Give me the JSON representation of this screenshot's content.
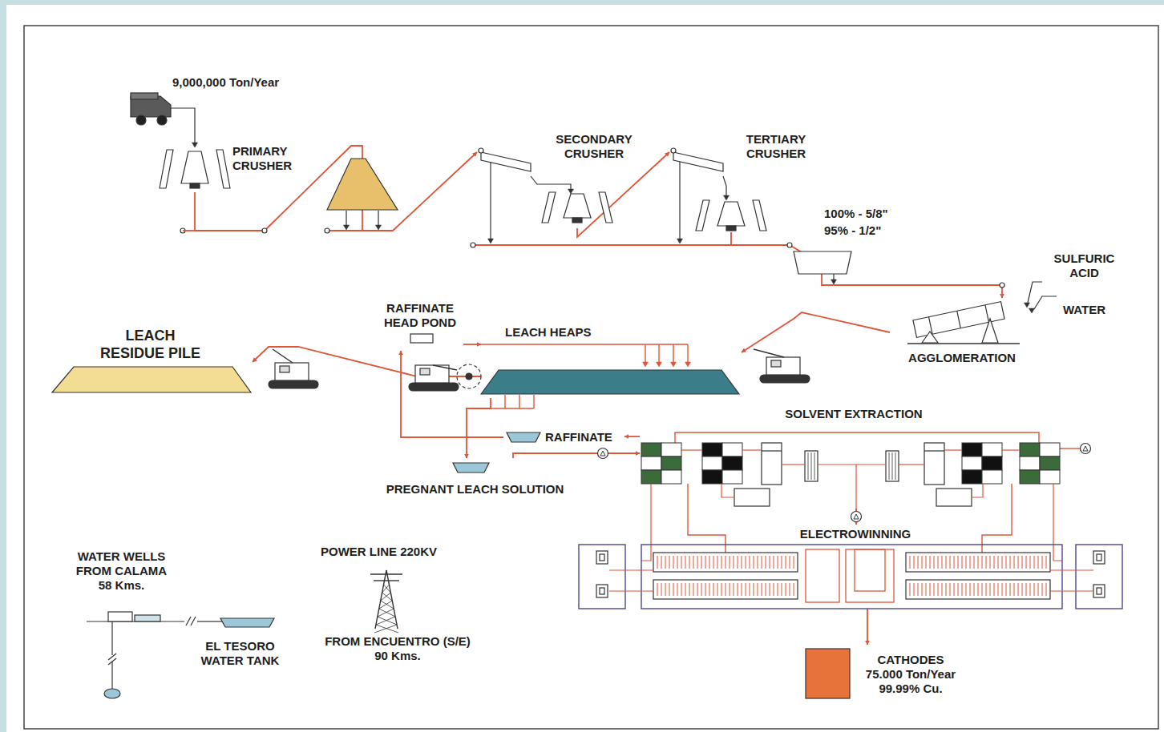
{
  "diagram": {
    "nodes": [
      {
        "text": [
          "PRIMARY CRUSHER"
        ]
      },
      {
        "text": [
          "SECONDARY CRUSHER"
        ]
      },
      {
        "text": [
          "TERTIARY CRUSHER"
        ]
      },
      {
        "text": [
          "AGGLOMERATION"
        ]
      },
      {
        "text": [
          "LEACH HEAPS"
        ]
      },
      {
        "text": [
          "LEACH RESIDUE PILE"
        ]
      },
      {
        "text": [
          "RAFFINATE HEAD POND"
        ]
      },
      {
        "text": [
          "RAFFINATE"
        ]
      },
      {
        "text": [
          "PREGNANT LEACH SOLUTION"
        ]
      },
      {
        "text": [
          "SOLVENT EXTRACTION"
        ]
      },
      {
        "text": [
          "ELECTROWINNING"
        ]
      },
      {
        "text": [
          "CATHODES 75.000 Ton/Year 99.99% Cu."
        ]
      }
    ],
    "edges": [
      {
        "from": 0,
        "to": 1,
        "arrow": "to"
      },
      {
        "from": 1,
        "to": 2,
        "arrow": "to"
      },
      {
        "from": 2,
        "to": 3,
        "arrow": "to"
      },
      {
        "from": 3,
        "to": 4,
        "arrow": "to"
      },
      {
        "from": 4,
        "to": 5,
        "arrow": "to"
      },
      {
        "from": 6,
        "to": 4,
        "arrow": "to"
      },
      {
        "from": 4,
        "to": 8,
        "arrow": "to"
      },
      {
        "from": 8,
        "to": 9,
        "arrow": "to"
      },
      {
        "from": 9,
        "to": 7,
        "arrow": "to"
      },
      {
        "from": 7,
        "to": 6,
        "arrow": "to"
      },
      {
        "from": 9,
        "to": 10,
        "arrow": "to"
      },
      {
        "from": 10,
        "to": 11,
        "arrow": "to"
      }
    ],
    "labels": [
      "9,000,000 Ton/Year",
      "100% - 5/8\"",
      "95% - 1/2\"",
      "SULFURIC ACID",
      "WATER",
      "WATER WELLS FROM CALAMA 58 Kms.",
      "EL TESORO WATER TANK",
      "POWER LINE 220KV",
      "FROM ENCUENTRO (S/E) 90 Kms."
    ]
  }
}
